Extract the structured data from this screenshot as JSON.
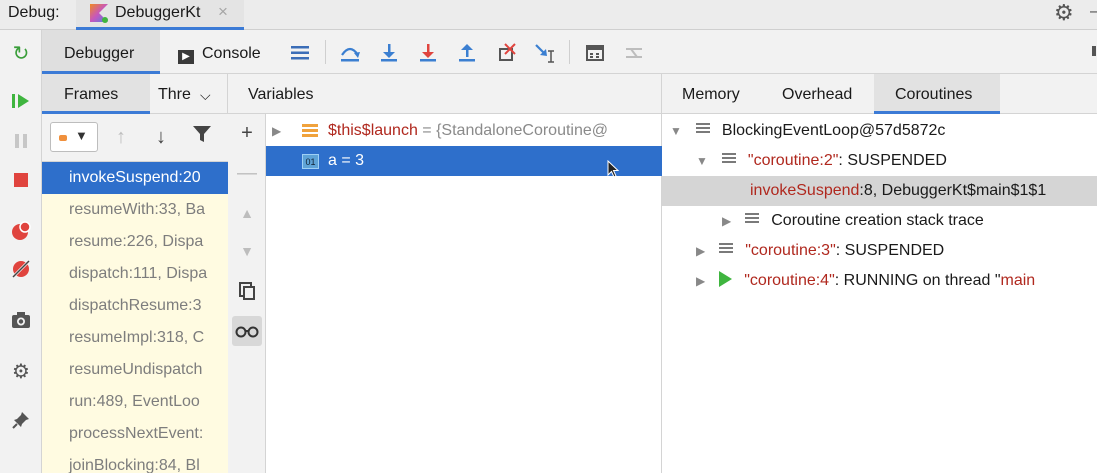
{
  "titlebar": {
    "debug_label": "Debug:",
    "run_config": "DebuggerKt",
    "close_glyph": "×"
  },
  "leftbar_icons": [
    "rerun-icon",
    "resume-icon",
    "pause-icon",
    "stop-icon",
    "view-breakpoints-icon",
    "mute-breakpoints-icon",
    "camera-icon",
    "settings-icon",
    "pin-icon"
  ],
  "toolbar": {
    "debugger_tab": "Debugger",
    "console_tab": "Console",
    "icons": [
      "hamburger-icon",
      "step-over-icon",
      "step-into-icon",
      "force-step-into-icon",
      "step-out-icon",
      "drop-frame-icon",
      "run-to-cursor-icon",
      "evaluate-expression-icon",
      "trace-current-stream-icon"
    ]
  },
  "frames": {
    "tab_frames": "Frames",
    "tab_threads": "Thre",
    "items": [
      "invokeSuspend:20",
      "resumeWith:33, Ba",
      "resume:226, Dispa",
      "dispatch:111, Dispa",
      "dispatchResume:3",
      "resumeImpl:318, C",
      "resumeUndispatch",
      "run:489, EventLoo",
      "processNextEvent:",
      "joinBlocking:84, Bl"
    ],
    "selected_index": 0
  },
  "variables": {
    "title": "Variables",
    "rows": [
      {
        "name": "$this$launch",
        "value": " = {StandaloneCoroutine@"
      },
      {
        "type_badge": "01",
        "text": "a = 3"
      }
    ]
  },
  "right_panel": {
    "tabs": [
      "Memory",
      "Overhead",
      "Coroutines"
    ],
    "active_tab": "Coroutines",
    "tree": {
      "root": "BlockingEventLoop@57d5872c",
      "c2_name": "\"coroutine:2\"",
      "c2_state": ": SUSPENDED",
      "frame_method": "invokeSuspend",
      "frame_rest": ":8, DebuggerKt$main$1$1",
      "creation_trace": "Coroutine creation stack trace",
      "c3_name": "\"coroutine:3\"",
      "c3_state": ": SUSPENDED",
      "c4_name": "\"coroutine:4\"",
      "c4_state_prefix": ": RUNNING on thread \"",
      "c4_thread": "main"
    }
  },
  "colors": {
    "selection_blue": "#2e6fcb",
    "accent_blue": "#3c7bd6",
    "frame_bg": "#fffbe1",
    "error_red": "#b0281e"
  }
}
